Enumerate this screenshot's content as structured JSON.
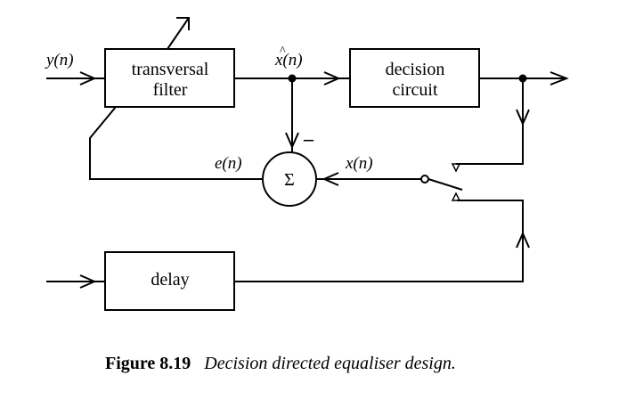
{
  "blocks": {
    "transversal_filter": [
      "transversal",
      "filter"
    ],
    "decision_circuit": [
      "decision",
      "circuit"
    ],
    "delay": "delay"
  },
  "signals": {
    "input": "y(n)",
    "estimate_hat": "^",
    "estimate": "x(n)",
    "error": "e(n)",
    "reference": "x(n)",
    "minus": "–",
    "sum": "Σ"
  },
  "caption": {
    "label": "Figure 8.19",
    "text": "Decision directed equaliser design."
  }
}
